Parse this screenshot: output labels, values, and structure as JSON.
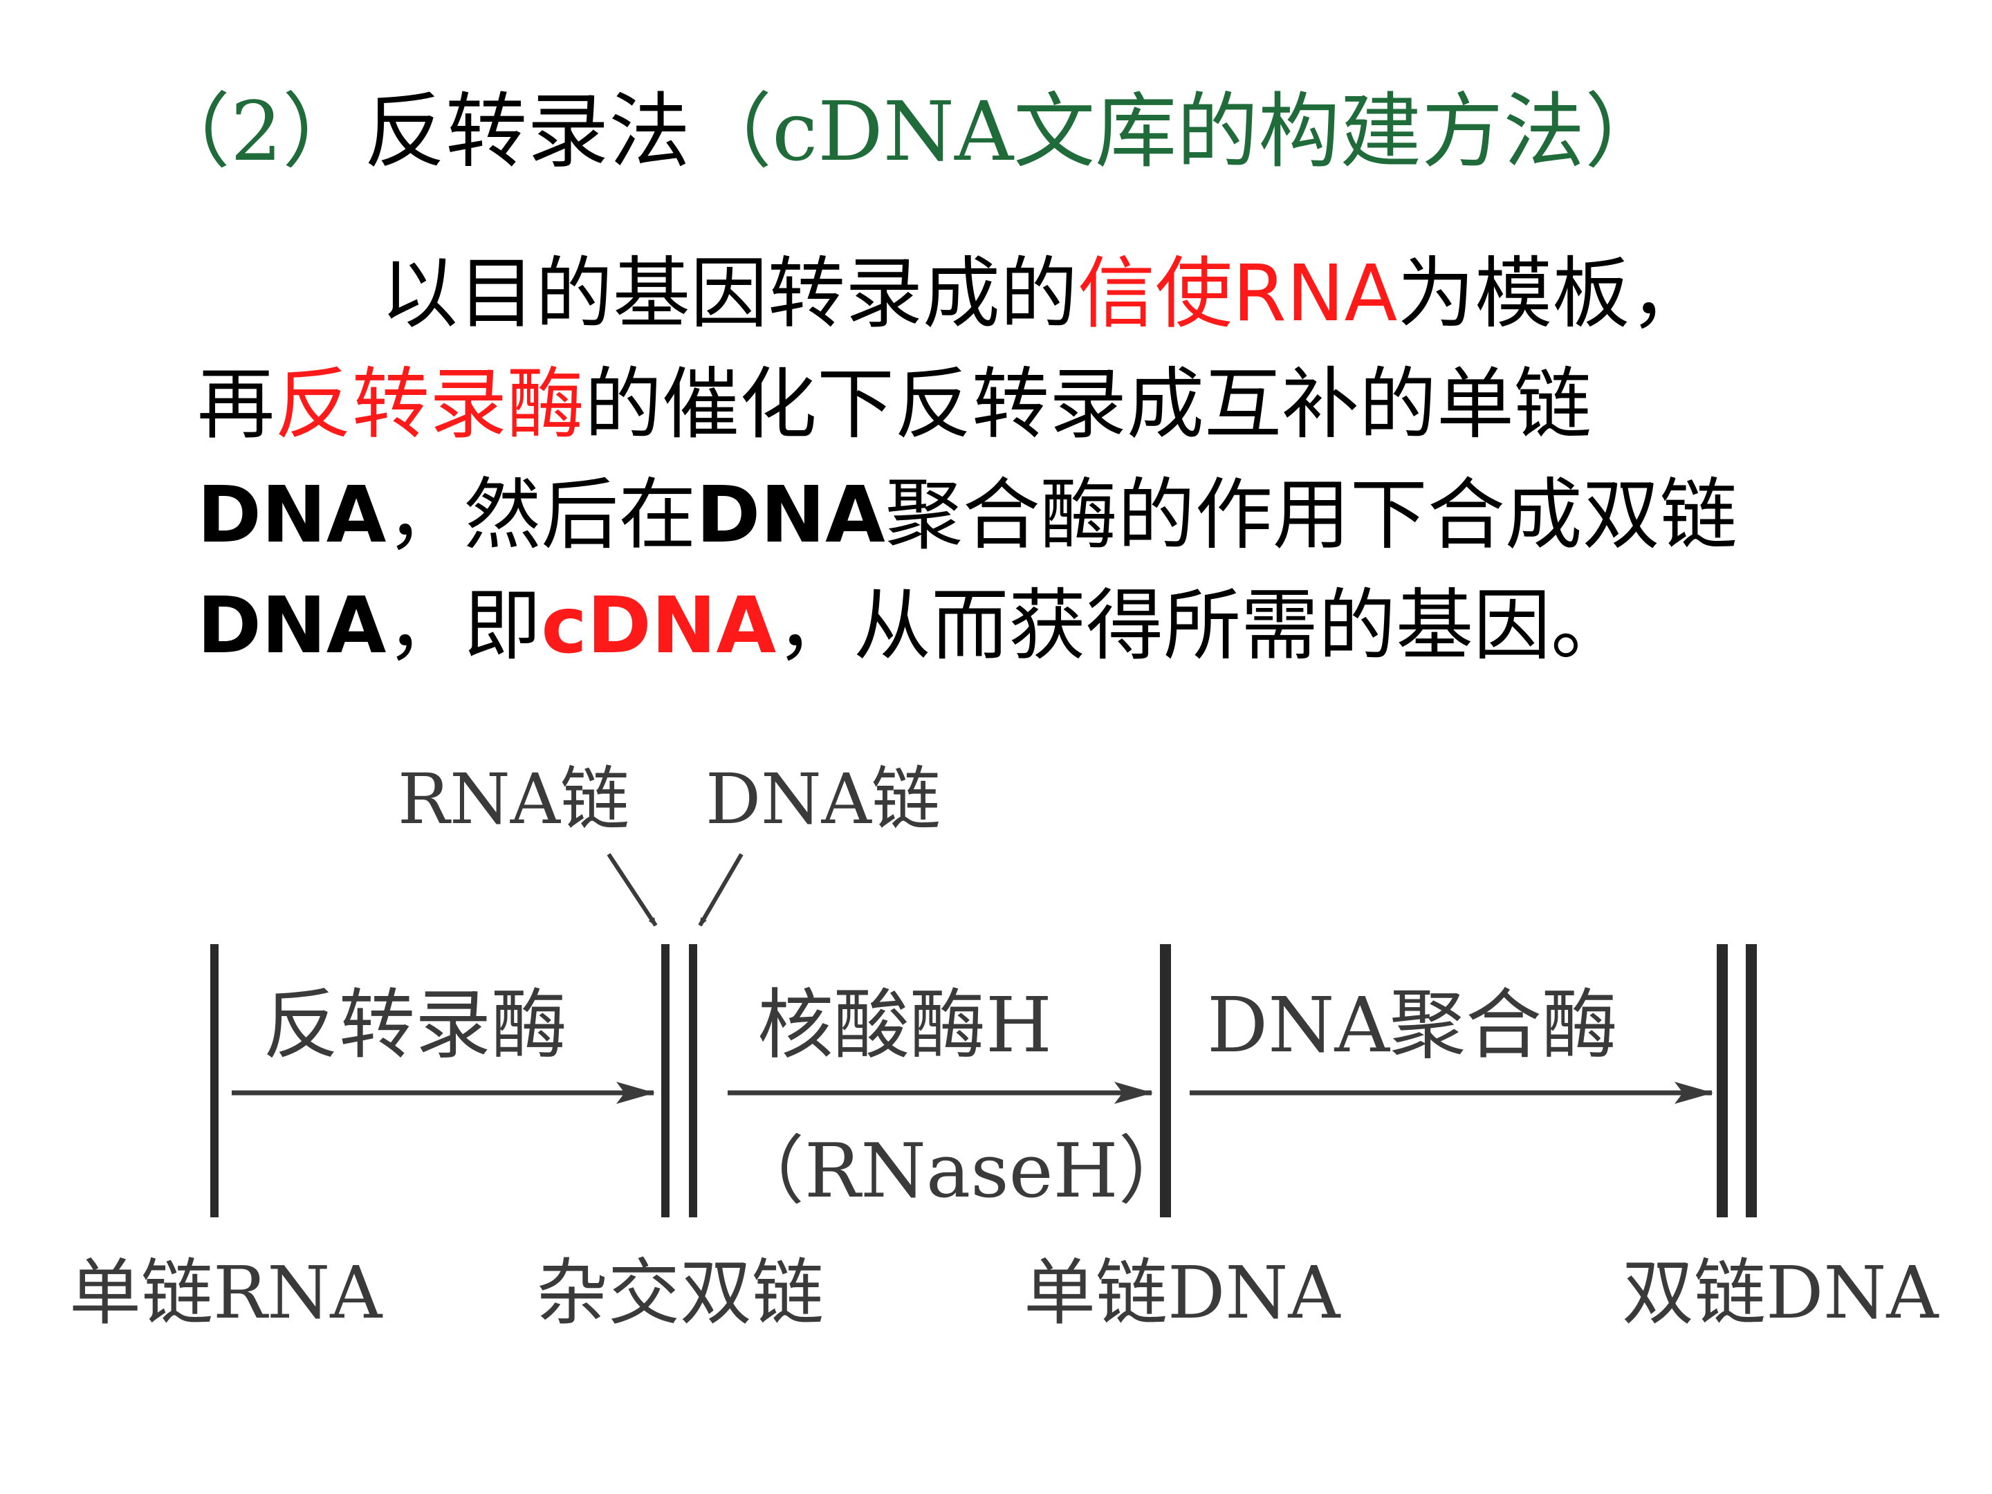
{
  "colors": {
    "green": "#1f6b3a",
    "black": "#000000",
    "red": "#ff1a1a",
    "diagram_gray": "#3a3a3a"
  },
  "title": {
    "prefix": "（2）",
    "main": "反转录法",
    "sub": "（cDNA文库的构建方法）"
  },
  "paragraph": {
    "l1_a": "以目的基因转录成的",
    "l1_b": "信使RNA",
    "l1_c": "为模板，",
    "l2_a": "再",
    "l2_b": "反转录酶",
    "l2_c": "的催化下反转录成互补的单链",
    "l3_a": "DNA",
    "l3_b": "，然后在",
    "l3_c": "DNA",
    "l3_d": "聚合酶的作用下合成双链",
    "l4_a": "DNA",
    "l4_b": "，即",
    "l4_c": "cDNA",
    "l4_d": "，从而获得所需的基因。"
  },
  "diagram": {
    "top_labels": {
      "rna_chain": "RNA链",
      "dna_chain": "DNA链"
    },
    "steps": [
      {
        "enzyme": "反转录酶",
        "note": ""
      },
      {
        "enzyme": "核酸酶H",
        "note": "（RNaseH）"
      },
      {
        "enzyme": "DNA聚合酶",
        "note": ""
      }
    ],
    "stages": [
      "单链RNA",
      "杂交双链",
      "单链DNA",
      "双链DNA"
    ]
  }
}
